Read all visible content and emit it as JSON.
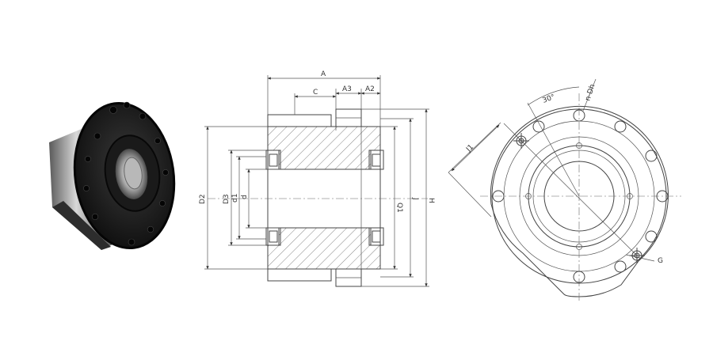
{
  "section_labels": {
    "A": "A",
    "C": "C",
    "A3": "A3",
    "A2": "A2",
    "D2": "D2",
    "D3": "D3",
    "d1": "d1",
    "d": "d",
    "Q1": "Q1",
    "J": "J",
    "H": "H"
  },
  "front_labels": {
    "angle": "30°",
    "holes": "n-Dh",
    "J1": "J1",
    "G": "G"
  },
  "colors": {
    "line": "#444444",
    "hatch": "#666666",
    "body_dark": "#1c1c1c",
    "steel": "#9a9a9a"
  }
}
